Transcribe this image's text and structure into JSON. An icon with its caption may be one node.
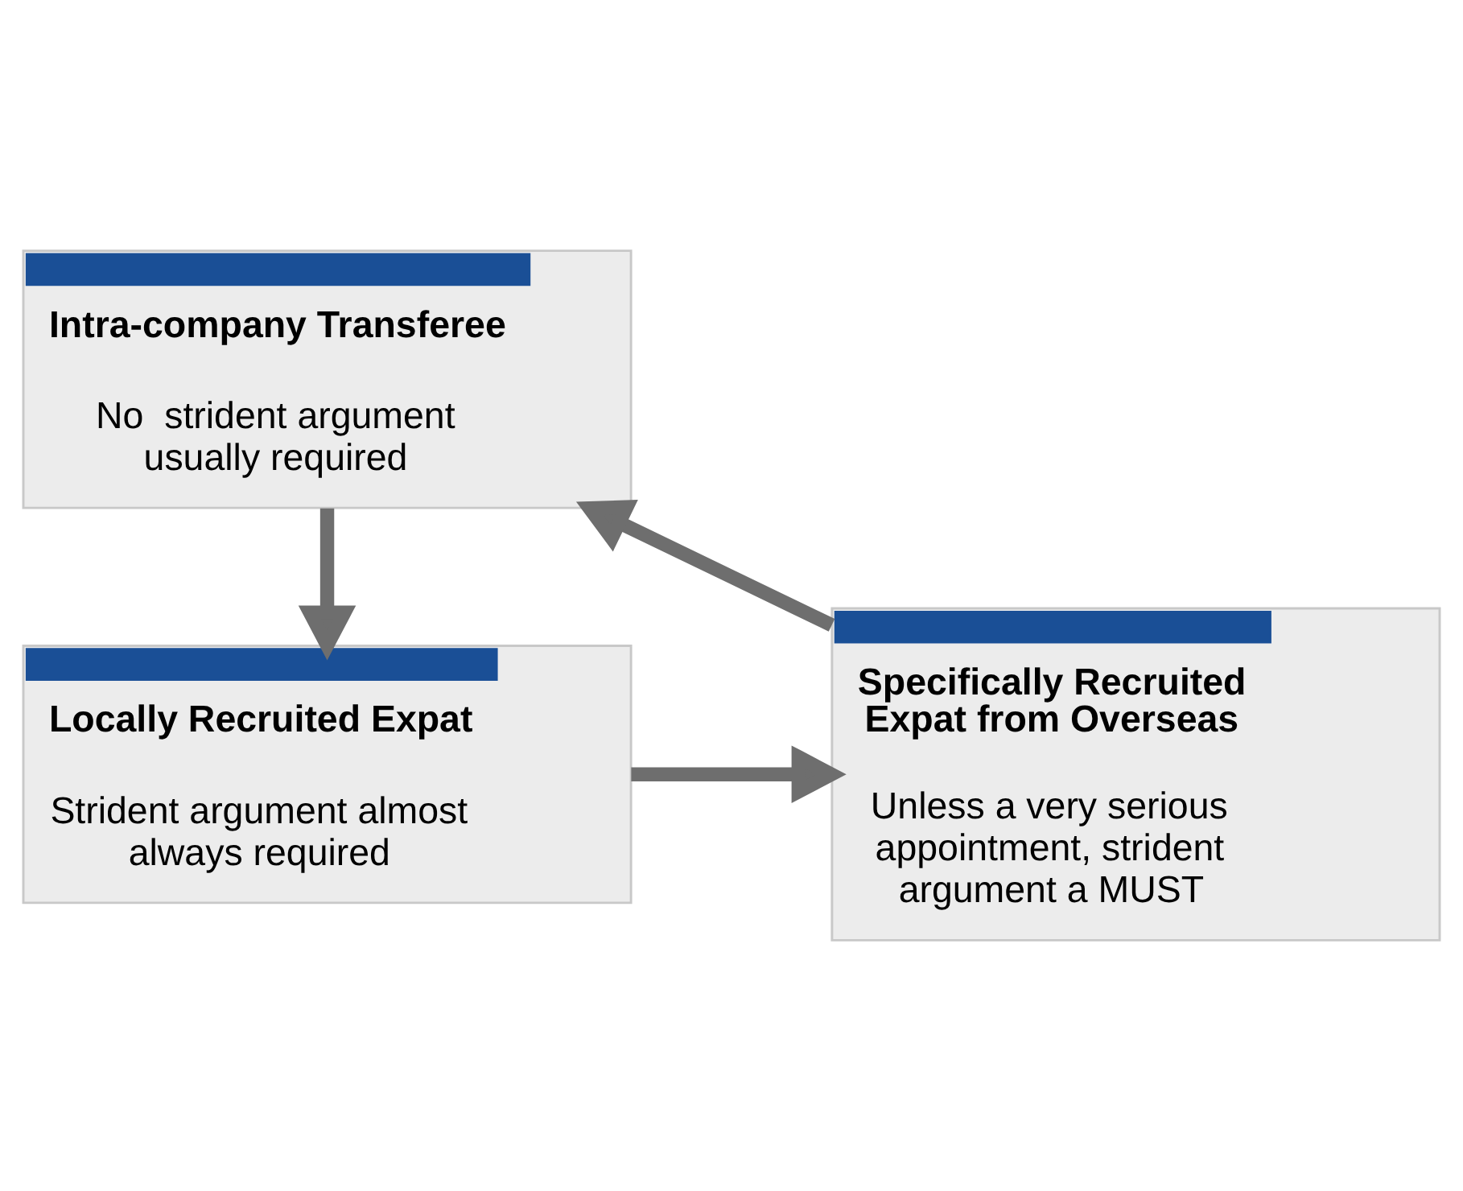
{
  "diagram": {
    "nodes": [
      {
        "text": [
          "Intra-company Transferee",
          "No  strident argument usually required"
        ]
      },
      {
        "text": [
          "Specifically Recruited Expat from Overseas",
          "Unless a very serious appointment, strident argument a MUST"
        ]
      },
      {
        "text": [
          "Locally Recruited Expat",
          "Strident argument almost always required"
        ]
      }
    ],
    "edges": [
      {
        "from": 0,
        "to": 2,
        "arrow": "to"
      },
      {
        "from": 2,
        "to": 1,
        "arrow": "to"
      },
      {
        "from": 1,
        "to": 0,
        "arrow": "to"
      }
    ]
  }
}
